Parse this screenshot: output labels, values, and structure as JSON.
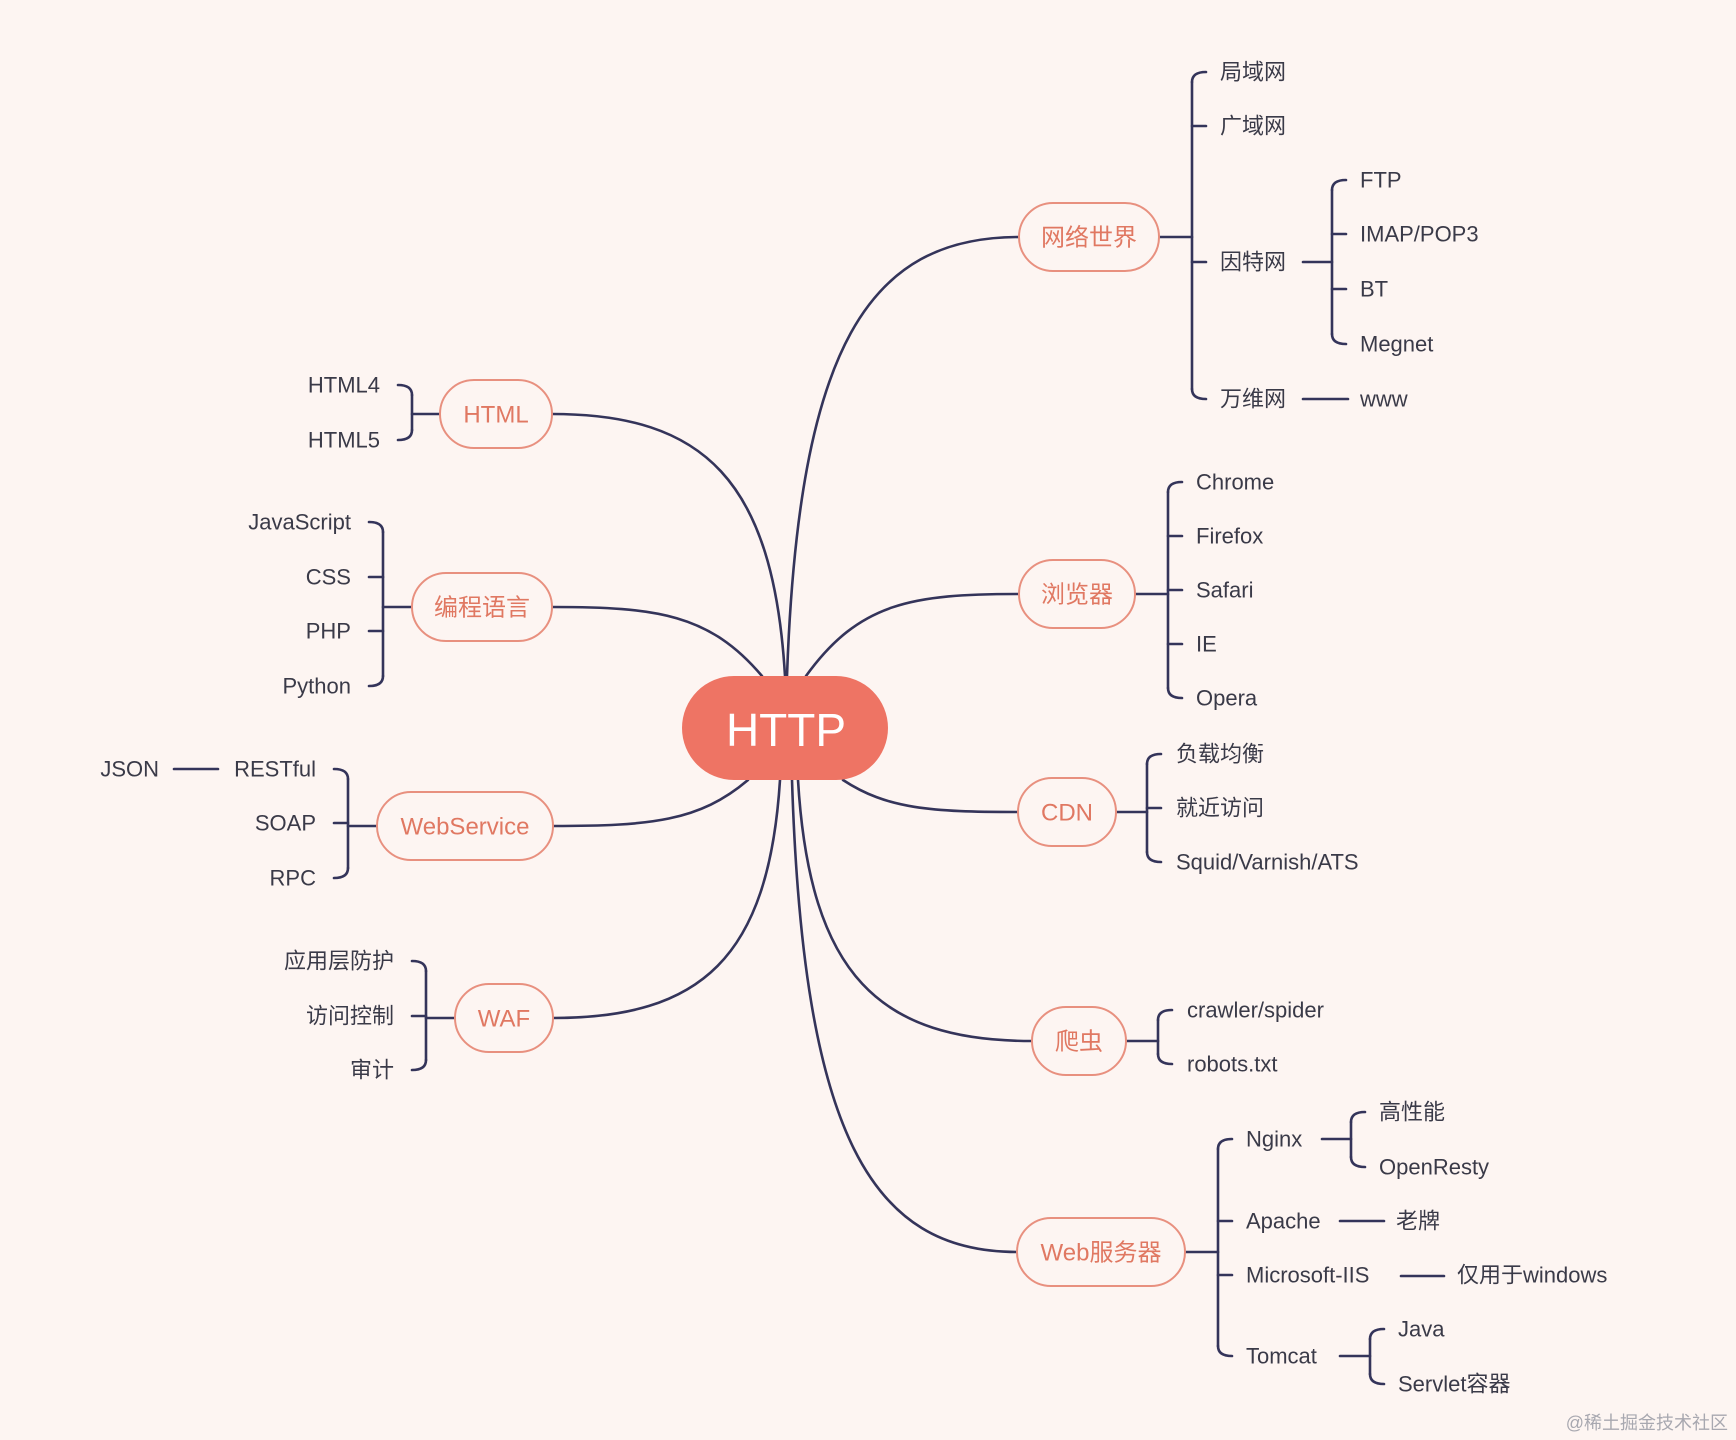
{
  "colors": {
    "background": "#fdf5f2",
    "center_fill": "#ee7464",
    "center_text": "#ffffff",
    "branch_text": "#e07862",
    "branch_border": "#e8907f",
    "branch_fill": "#fdf5f2",
    "line": "#34345a",
    "leaf_text": "#3a3a48",
    "watermark": "#a8a8b0"
  },
  "center": {
    "label": "HTTP"
  },
  "branches": [
    {
      "id": "network",
      "label": "网络世界"
    },
    {
      "id": "browser",
      "label": "浏览器"
    },
    {
      "id": "cdn",
      "label": "CDN"
    },
    {
      "id": "crawler",
      "label": "爬虫"
    },
    {
      "id": "webserver",
      "label": "Web服务器"
    },
    {
      "id": "html",
      "label": "HTML"
    },
    {
      "id": "lang",
      "label": "编程语言"
    },
    {
      "id": "webservice",
      "label": "WebService"
    },
    {
      "id": "waf",
      "label": "WAF"
    }
  ],
  "leaves": {
    "network": [
      "局域网",
      "广域网",
      "因特网",
      "万维网"
    ],
    "internet": [
      "FTP",
      "IMAP/POP3",
      "BT",
      "Megnet"
    ],
    "www": "www",
    "browser": [
      "Chrome",
      "Firefox",
      "Safari",
      "IE",
      "Opera"
    ],
    "cdn": [
      "负载均衡",
      "就近访问",
      "Squid/Varnish/ATS"
    ],
    "crawler": [
      "crawler/spider",
      "robots.txt"
    ],
    "webserver": [
      "Nginx",
      "Apache",
      "Microsoft-IIS",
      "Tomcat"
    ],
    "nginx": [
      "高性能",
      "OpenResty"
    ],
    "apache": "老牌",
    "iis": "仅用于windows",
    "tomcat": [
      "Java",
      "Servlet容器"
    ],
    "html": [
      "HTML4",
      "HTML5"
    ],
    "lang": [
      "JavaScript",
      "CSS",
      "PHP",
      "Python"
    ],
    "webservice": [
      "RESTful",
      "SOAP",
      "RPC"
    ],
    "restful": "JSON",
    "waf": [
      "应用层防护",
      "访问控制",
      "审计"
    ]
  },
  "watermark": "@稀土掘金技术社区"
}
